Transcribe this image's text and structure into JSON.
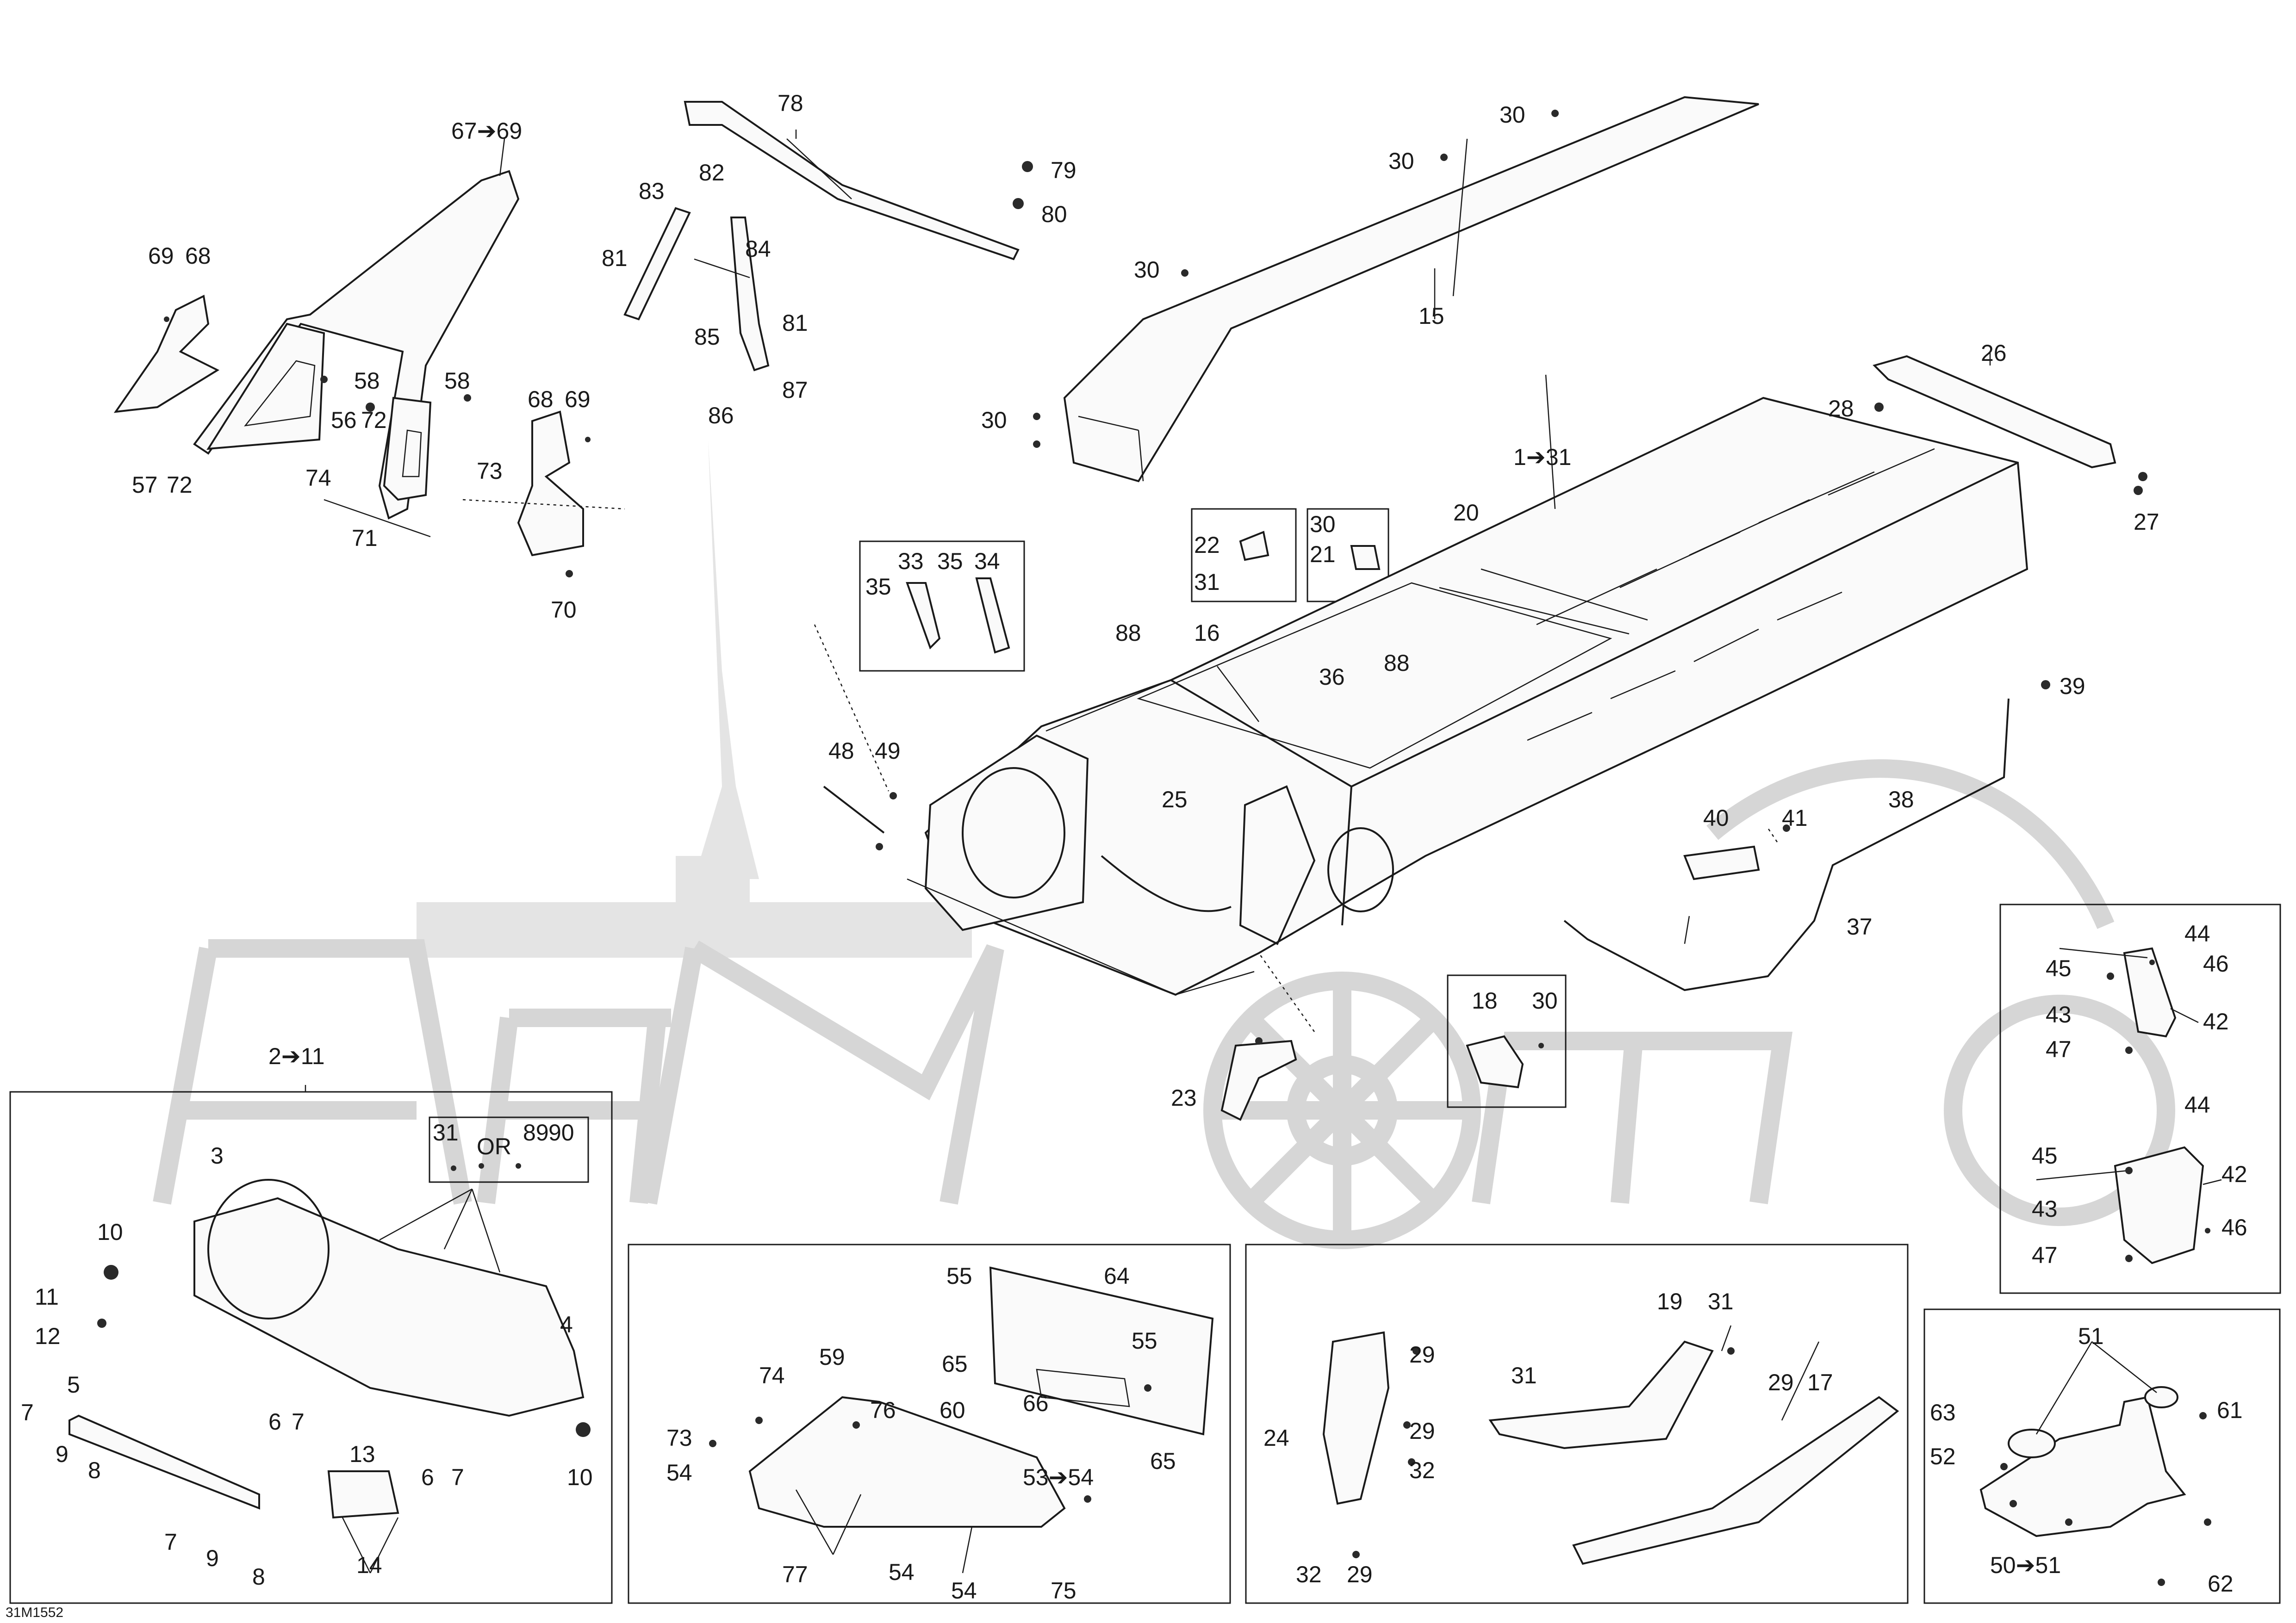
{
  "diagram_code": "31M1552",
  "inset_note": "OR",
  "callouts": {
    "c1_31": "1➔31",
    "c2_11": "2➔11",
    "c3": "3",
    "c4": "4",
    "c5": "5",
    "c6": "6",
    "c7": "7",
    "c8": "8",
    "c9": "9",
    "c10": "10",
    "c11": "11",
    "c12": "12",
    "c13": "13",
    "c14": "14",
    "c15": "15",
    "c16": "16",
    "c17": "17",
    "c18": "18",
    "c19": "19",
    "c20": "20",
    "c21": "21",
    "c22": "22",
    "c23": "23",
    "c24": "24",
    "c25": "25",
    "c26": "26",
    "c27": "27",
    "c28": "28",
    "c29": "29",
    "c30": "30",
    "c31": "31",
    "c32": "32",
    "c33": "33",
    "c34": "34",
    "c35": "35",
    "c36": "36",
    "c37": "37",
    "c38": "38",
    "c39": "39",
    "c40": "40",
    "c41": "41",
    "c42": "42",
    "c43": "43",
    "c44": "44",
    "c45": "45",
    "c46": "46",
    "c47": "47",
    "c48": "48",
    "c49": "49",
    "c50_51": "50➔51",
    "c51": "51",
    "c52": "52",
    "c53_54": "53➔54",
    "c54": "54",
    "c55": "55",
    "c56": "56",
    "c57": "57",
    "c58": "58",
    "c59": "59",
    "c60": "60",
    "c61": "61",
    "c62": "62",
    "c63": "63",
    "c64": "64",
    "c65": "65",
    "c66": "66",
    "c67_69": "67➔69",
    "c68": "68",
    "c69": "69",
    "c70": "70",
    "c71": "71",
    "c72": "72",
    "c73": "73",
    "c74": "74",
    "c75": "75",
    "c76": "76",
    "c77": "77",
    "c78": "78",
    "c79": "79",
    "c80": "80",
    "c81": "81",
    "c82": "82",
    "c83": "83",
    "c84": "84",
    "c85": "85",
    "c86": "86",
    "c87": "87",
    "c88": "88",
    "c89": "89",
    "c90": "90"
  }
}
